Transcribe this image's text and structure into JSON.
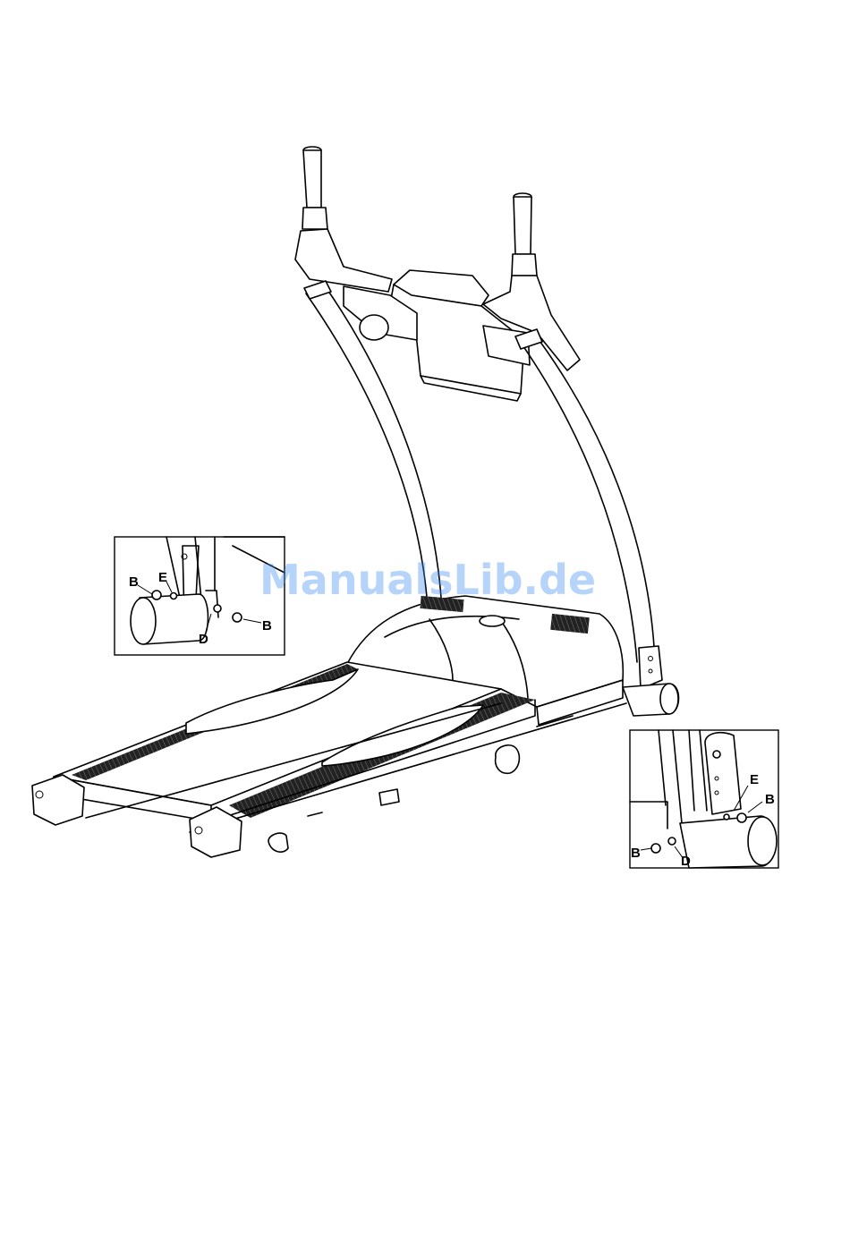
{
  "watermark": "ManualsLib.de",
  "left_inset": {
    "labels": {
      "b_top": "B",
      "e": "E",
      "d": "D",
      "b_right": "B"
    }
  },
  "right_inset": {
    "labels": {
      "e": "E",
      "b_right": "B",
      "b_left": "B",
      "d": "D"
    }
  }
}
